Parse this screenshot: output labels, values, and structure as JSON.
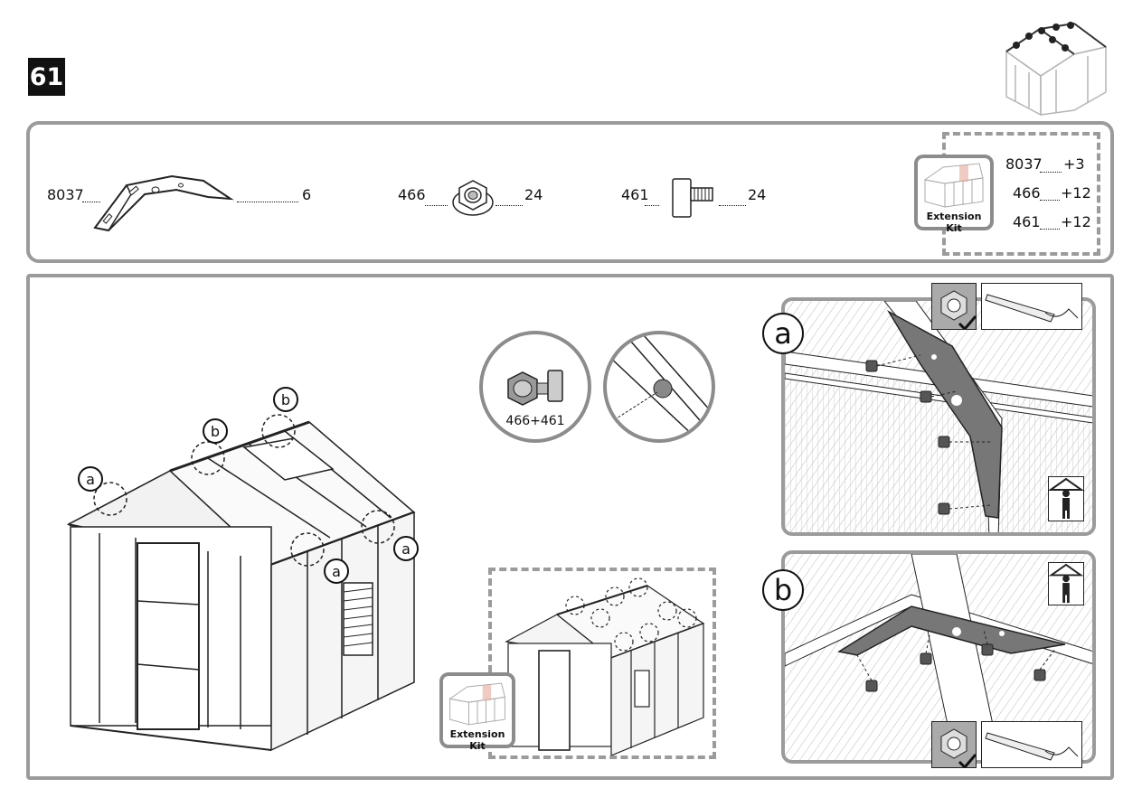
{
  "step_number": "61",
  "parts": [
    {
      "code": "8037",
      "qty": "6"
    },
    {
      "code": "466",
      "qty": "24"
    },
    {
      "code": "461",
      "qty": "24"
    }
  ],
  "extension_kit": {
    "label": "Extension Kit",
    "extras": [
      {
        "code": "8037",
        "qty": "+3"
      },
      {
        "code": "466",
        "qty": "+12"
      },
      {
        "code": "461",
        "qty": "+12"
      }
    ]
  },
  "zoom_label": "466+461",
  "callouts": {
    "a": "a",
    "b": "b"
  },
  "extension_kit_lower_label": "Extension Kit"
}
